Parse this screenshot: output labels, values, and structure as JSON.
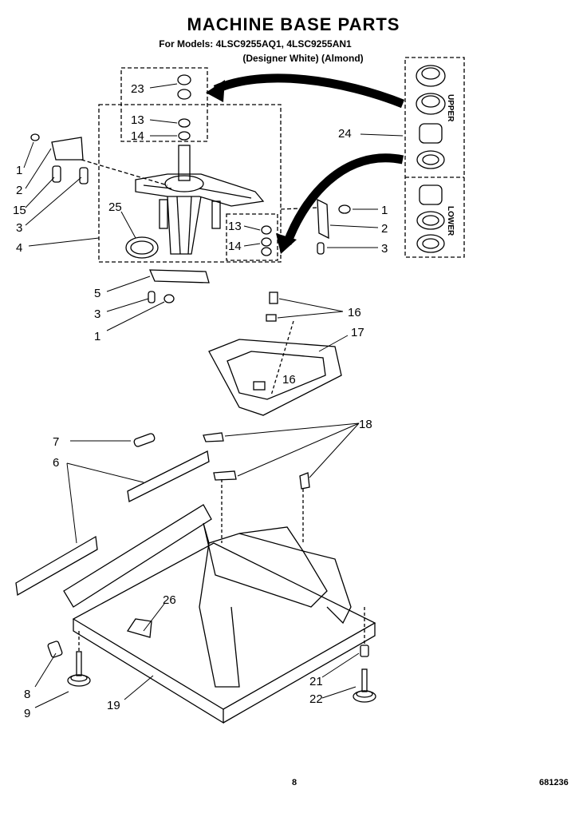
{
  "header": {
    "title": "MACHINE BASE PARTS",
    "models": "For Models: 4LSC9255AQ1, 4LSC9255AN1",
    "colors": "(Designer White)   (Almond)"
  },
  "footer": {
    "page": "8",
    "code": "681236"
  },
  "kit": {
    "upper_label": "UPPER",
    "lower_label": "LOWER"
  },
  "callouts": [
    {
      "id": "c23",
      "text": "23"
    },
    {
      "id": "c13a",
      "text": "13"
    },
    {
      "id": "c14a",
      "text": "14"
    },
    {
      "id": "c24",
      "text": "24"
    },
    {
      "id": "c1a",
      "text": "1"
    },
    {
      "id": "c2a",
      "text": "2"
    },
    {
      "id": "c15",
      "text": "15"
    },
    {
      "id": "c3a",
      "text": "3"
    },
    {
      "id": "c25",
      "text": "25"
    },
    {
      "id": "c4",
      "text": "4"
    },
    {
      "id": "c1b",
      "text": "1"
    },
    {
      "id": "c2b",
      "text": "2"
    },
    {
      "id": "c3b",
      "text": "3"
    },
    {
      "id": "c13b",
      "text": "13"
    },
    {
      "id": "c14b",
      "text": "14"
    },
    {
      "id": "c5",
      "text": "5"
    },
    {
      "id": "c3c",
      "text": "3"
    },
    {
      "id": "c1c",
      "text": "1"
    },
    {
      "id": "c16a",
      "text": "16"
    },
    {
      "id": "c17",
      "text": "17"
    },
    {
      "id": "c16b",
      "text": "16"
    },
    {
      "id": "c7",
      "text": "7"
    },
    {
      "id": "c18",
      "text": "18"
    },
    {
      "id": "c6",
      "text": "6"
    },
    {
      "id": "c26",
      "text": "26"
    },
    {
      "id": "c8",
      "text": "8"
    },
    {
      "id": "c9",
      "text": "9"
    },
    {
      "id": "c19",
      "text": "19"
    },
    {
      "id": "c21",
      "text": "21"
    },
    {
      "id": "c22",
      "text": "22"
    }
  ]
}
